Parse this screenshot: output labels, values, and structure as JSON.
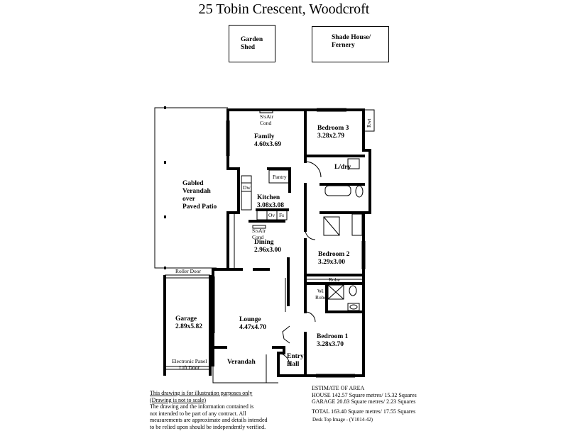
{
  "title": "25 Tobin Crescent, Woodcroft",
  "outbuildings": {
    "garden_shed": [
      "Garden",
      "Shed"
    ],
    "shade_house": [
      "Shade House/",
      "Fernery"
    ]
  },
  "rooms": {
    "family": {
      "name": "Family",
      "dims": "4.60x3.69"
    },
    "bedroom3": {
      "name": "Bedroom 3",
      "dims": "3.28x2.79"
    },
    "ldry": {
      "name": "L/dry"
    },
    "verandah_patio": {
      "lines": [
        "Gabled",
        "Verandah",
        "over",
        "Paved Patio"
      ]
    },
    "kitchen": {
      "name": "Kitchen",
      "dims": "3.08x3.08"
    },
    "dining": {
      "name": "Dining",
      "dims": "2.96x3.00"
    },
    "bedroom2": {
      "name": "Bedroom 2",
      "dims": "3.29x3.00"
    },
    "lounge": {
      "name": "Lounge",
      "dims": "4.47x4.70"
    },
    "garage": {
      "name": "Garage",
      "dims": "2.89x5.82"
    },
    "bedroom1": {
      "name": "Bedroom 1",
      "dims": "3.28x3.70"
    },
    "verandah": {
      "name": "Verandah"
    },
    "entry": {
      "lines": [
        "Entry",
        "Hall"
      ]
    }
  },
  "fixtures": {
    "sair1": [
      "S/sAir",
      "Cond"
    ],
    "sair2": [
      "S/sAir",
      "Cond"
    ],
    "rwt": "Rwt",
    "pantry": "Pantry",
    "dw": "Dw",
    "ov": "Ov",
    "fs": "Fs",
    "robe": "Robe",
    "wi_robe": [
      "Wi",
      "Robe"
    ],
    "roller_door": "Roller Door",
    "panel_lift": [
      "Electronic Panel",
      "Lift Door"
    ]
  },
  "disclaimer": {
    "line1": "This drawing is for illustration purposes only",
    "line2": "(Drawing is not to scale)",
    "body": [
      "The drawing and the information contained is",
      "not intended to be part of any contract.  All",
      "measurements are approximate and details intended",
      "to be relied upon should be independently verified."
    ]
  },
  "area": {
    "heading": "ESTIMATE OF AREA",
    "house": "HOUSE 142.57 Square metres/  15.32 Squares",
    "garage": "GARAGE  20.83 Square metres/  2.23 Squares",
    "total": "TOTAL  163.40 Square metres/  17.55 Squares"
  },
  "footer": "Desk Top Image - (Y1014-42)"
}
